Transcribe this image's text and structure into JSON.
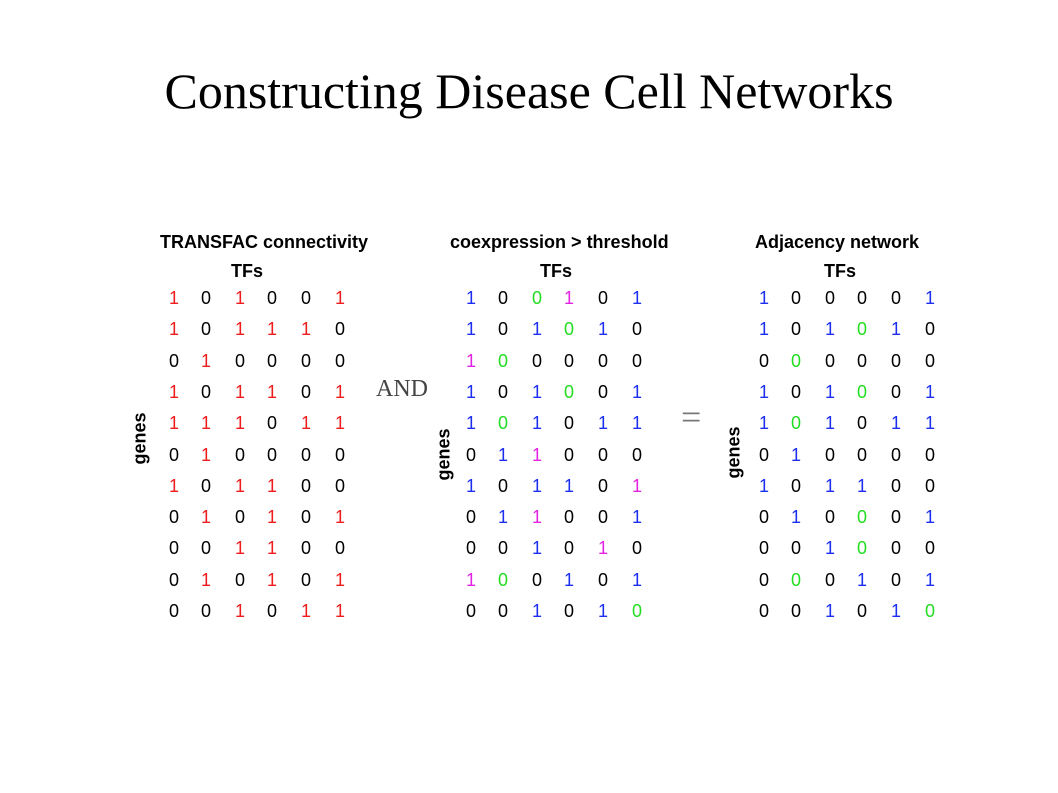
{
  "slide": {
    "title": "Constructing Disease Cell Networks"
  },
  "operators": {
    "and": "AND",
    "equals": "="
  },
  "colors": {
    "default": "#000000",
    "red": "#ee1c1c",
    "blue": "#1c2ff0",
    "green": "#22dd22",
    "magenta": "#e323e3"
  },
  "matrices": [
    {
      "label": "TRANSFAC connectivity",
      "tfs": "TFs",
      "genes": "genes",
      "rows": [
        [
          1,
          0,
          1,
          0,
          0,
          1
        ],
        [
          1,
          0,
          1,
          1,
          1,
          0
        ],
        [
          0,
          1,
          0,
          0,
          0,
          0
        ],
        [
          1,
          0,
          1,
          1,
          0,
          1
        ],
        [
          1,
          1,
          1,
          0,
          1,
          1
        ],
        [
          0,
          1,
          0,
          0,
          0,
          0
        ],
        [
          1,
          0,
          1,
          1,
          0,
          0
        ],
        [
          0,
          1,
          0,
          1,
          0,
          1
        ],
        [
          0,
          0,
          1,
          1,
          0,
          0
        ],
        [
          0,
          1,
          0,
          1,
          0,
          1
        ],
        [
          0,
          0,
          1,
          0,
          1,
          1
        ]
      ],
      "colors": [
        [
          "r",
          "k",
          "r",
          "k",
          "k",
          "r"
        ],
        [
          "r",
          "k",
          "r",
          "r",
          "r",
          "k"
        ],
        [
          "k",
          "r",
          "k",
          "k",
          "k",
          "k"
        ],
        [
          "r",
          "k",
          "r",
          "r",
          "k",
          "r"
        ],
        [
          "r",
          "r",
          "r",
          "k",
          "r",
          "r"
        ],
        [
          "k",
          "r",
          "k",
          "k",
          "k",
          "k"
        ],
        [
          "r",
          "k",
          "r",
          "r",
          "k",
          "k"
        ],
        [
          "k",
          "r",
          "k",
          "r",
          "k",
          "r"
        ],
        [
          "k",
          "k",
          "r",
          "r",
          "k",
          "k"
        ],
        [
          "k",
          "r",
          "k",
          "r",
          "k",
          "r"
        ],
        [
          "k",
          "k",
          "r",
          "k",
          "r",
          "r"
        ]
      ]
    },
    {
      "label": "coexpression > threshold",
      "tfs": "TFs",
      "genes": "genes",
      "rows": [
        [
          1,
          0,
          0,
          1,
          0,
          1
        ],
        [
          1,
          0,
          1,
          0,
          1,
          0
        ],
        [
          1,
          0,
          0,
          0,
          0,
          0
        ],
        [
          1,
          0,
          1,
          0,
          0,
          1
        ],
        [
          1,
          0,
          1,
          0,
          1,
          1
        ],
        [
          0,
          1,
          1,
          0,
          0,
          0
        ],
        [
          1,
          0,
          1,
          1,
          0,
          1
        ],
        [
          0,
          1,
          1,
          0,
          0,
          1
        ],
        [
          0,
          0,
          1,
          0,
          1,
          0
        ],
        [
          1,
          0,
          0,
          1,
          0,
          1
        ],
        [
          0,
          0,
          1,
          0,
          1,
          0
        ]
      ],
      "colors": [
        [
          "b",
          "k",
          "g",
          "m",
          "k",
          "b"
        ],
        [
          "b",
          "k",
          "b",
          "g",
          "b",
          "k"
        ],
        [
          "m",
          "g",
          "k",
          "k",
          "k",
          "k"
        ],
        [
          "b",
          "k",
          "b",
          "g",
          "k",
          "b"
        ],
        [
          "b",
          "g",
          "b",
          "k",
          "b",
          "b"
        ],
        [
          "k",
          "b",
          "m",
          "k",
          "k",
          "k"
        ],
        [
          "b",
          "k",
          "b",
          "b",
          "k",
          "m"
        ],
        [
          "k",
          "b",
          "m",
          "k",
          "k",
          "b"
        ],
        [
          "k",
          "k",
          "b",
          "k",
          "m",
          "k"
        ],
        [
          "m",
          "g",
          "k",
          "b",
          "k",
          "b"
        ],
        [
          "k",
          "k",
          "b",
          "k",
          "b",
          "g"
        ]
      ]
    },
    {
      "label": "Adjacency network",
      "tfs": "TFs",
      "genes": "genes",
      "rows": [
        [
          1,
          0,
          0,
          0,
          0,
          1
        ],
        [
          1,
          0,
          1,
          0,
          1,
          0
        ],
        [
          0,
          0,
          0,
          0,
          0,
          0
        ],
        [
          1,
          0,
          1,
          0,
          0,
          1
        ],
        [
          1,
          0,
          1,
          0,
          1,
          1
        ],
        [
          0,
          1,
          0,
          0,
          0,
          0
        ],
        [
          1,
          0,
          1,
          1,
          0,
          0
        ],
        [
          0,
          1,
          0,
          0,
          0,
          1
        ],
        [
          0,
          0,
          1,
          0,
          0,
          0
        ],
        [
          0,
          0,
          0,
          1,
          0,
          1
        ],
        [
          0,
          0,
          1,
          0,
          1,
          0
        ]
      ],
      "colors": [
        [
          "b",
          "k",
          "k",
          "k",
          "k",
          "b"
        ],
        [
          "b",
          "k",
          "b",
          "g",
          "b",
          "k"
        ],
        [
          "k",
          "g",
          "k",
          "k",
          "k",
          "k"
        ],
        [
          "b",
          "k",
          "b",
          "g",
          "k",
          "b"
        ],
        [
          "b",
          "g",
          "b",
          "k",
          "b",
          "b"
        ],
        [
          "k",
          "b",
          "k",
          "k",
          "k",
          "k"
        ],
        [
          "b",
          "k",
          "b",
          "b",
          "k",
          "k"
        ],
        [
          "k",
          "b",
          "k",
          "g",
          "k",
          "b"
        ],
        [
          "k",
          "k",
          "b",
          "g",
          "k",
          "k"
        ],
        [
          "k",
          "g",
          "k",
          "b",
          "k",
          "b"
        ],
        [
          "k",
          "k",
          "b",
          "k",
          "b",
          "g"
        ]
      ]
    }
  ]
}
